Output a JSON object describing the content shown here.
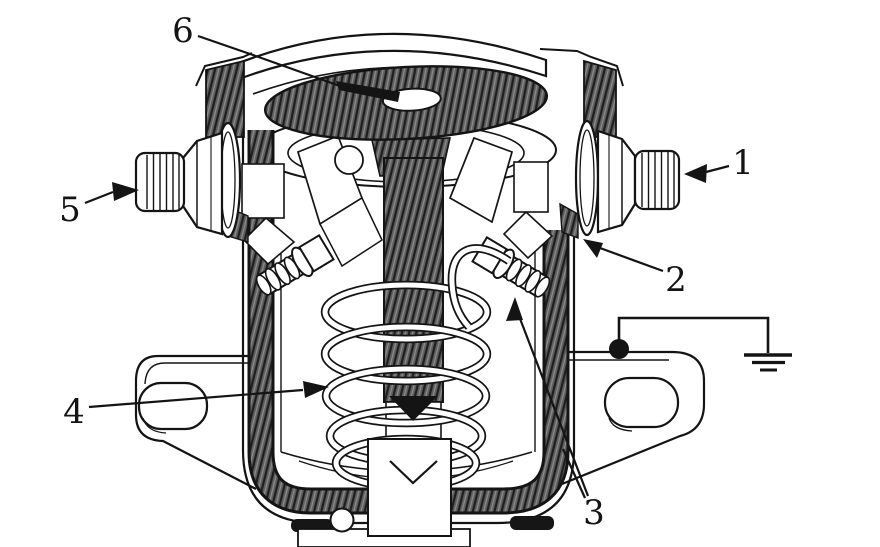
{
  "figure": {
    "background": "#ffffff",
    "ink_color": "#141414",
    "hatch_color": "#5f5f5f",
    "callouts": {
      "c1": "1",
      "c2": "2",
      "c3": "3",
      "c4": "4",
      "c5": "5",
      "c6": "6"
    },
    "symbols": {
      "ground": "earth-ground-icon"
    }
  }
}
